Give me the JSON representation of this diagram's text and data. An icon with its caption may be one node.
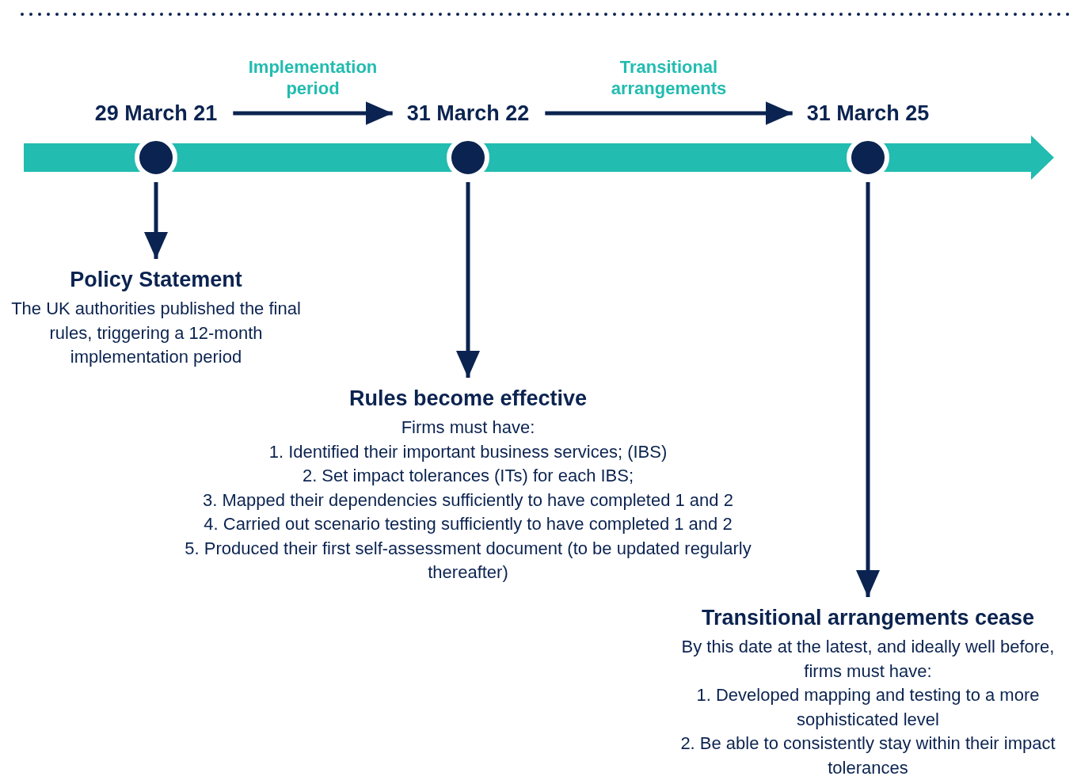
{
  "diagram": {
    "nodes": [
      {
        "text": [
          "29 March 21"
        ]
      },
      {
        "text": [
          "31 March 22"
        ]
      },
      {
        "text": [
          "31 March 25"
        ]
      },
      {
        "text": [],
        "shape": "circle"
      },
      {
        "text": [],
        "shape": "circle"
      },
      {
        "text": [],
        "shape": "circle"
      },
      {
        "text": [
          "Policy Statement",
          "The UK authorities published the final rules, triggering a 12-month implementation period"
        ]
      },
      {
        "text": [
          "Rules become effective",
          "Firms must have:",
          "1. Identified their important business services; (IBS)",
          "2. Set impact tolerances (ITs) for each IBS;",
          "3. Mapped their dependencies sufficiently to have completed 1 and 2",
          "4. Carried out scenario testing sufficiently to have completed 1 and 2",
          "5. Produced their first self-assessment document (to be updated regularly thereafter)"
        ]
      },
      {
        "text": [
          "Transitional arrangements cease",
          "By this date at the latest, and ideally well before, firms must have:",
          "1. Developed mapping and testing to a more sophisticated level",
          "2. Be able to consistently stay within their impact tolerances"
        ]
      }
    ],
    "edges": [
      {
        "from": 0,
        "to": 1,
        "label": "Implementation period",
        "arrow": "to"
      },
      {
        "from": 1,
        "to": 2,
        "label": "Transitional arrangements",
        "arrow": "to"
      },
      {
        "from": 3,
        "to": 6,
        "arrow": "to"
      },
      {
        "from": 4,
        "to": 7,
        "arrow": "to"
      },
      {
        "from": 5,
        "to": 8,
        "arrow": "to"
      }
    ]
  }
}
